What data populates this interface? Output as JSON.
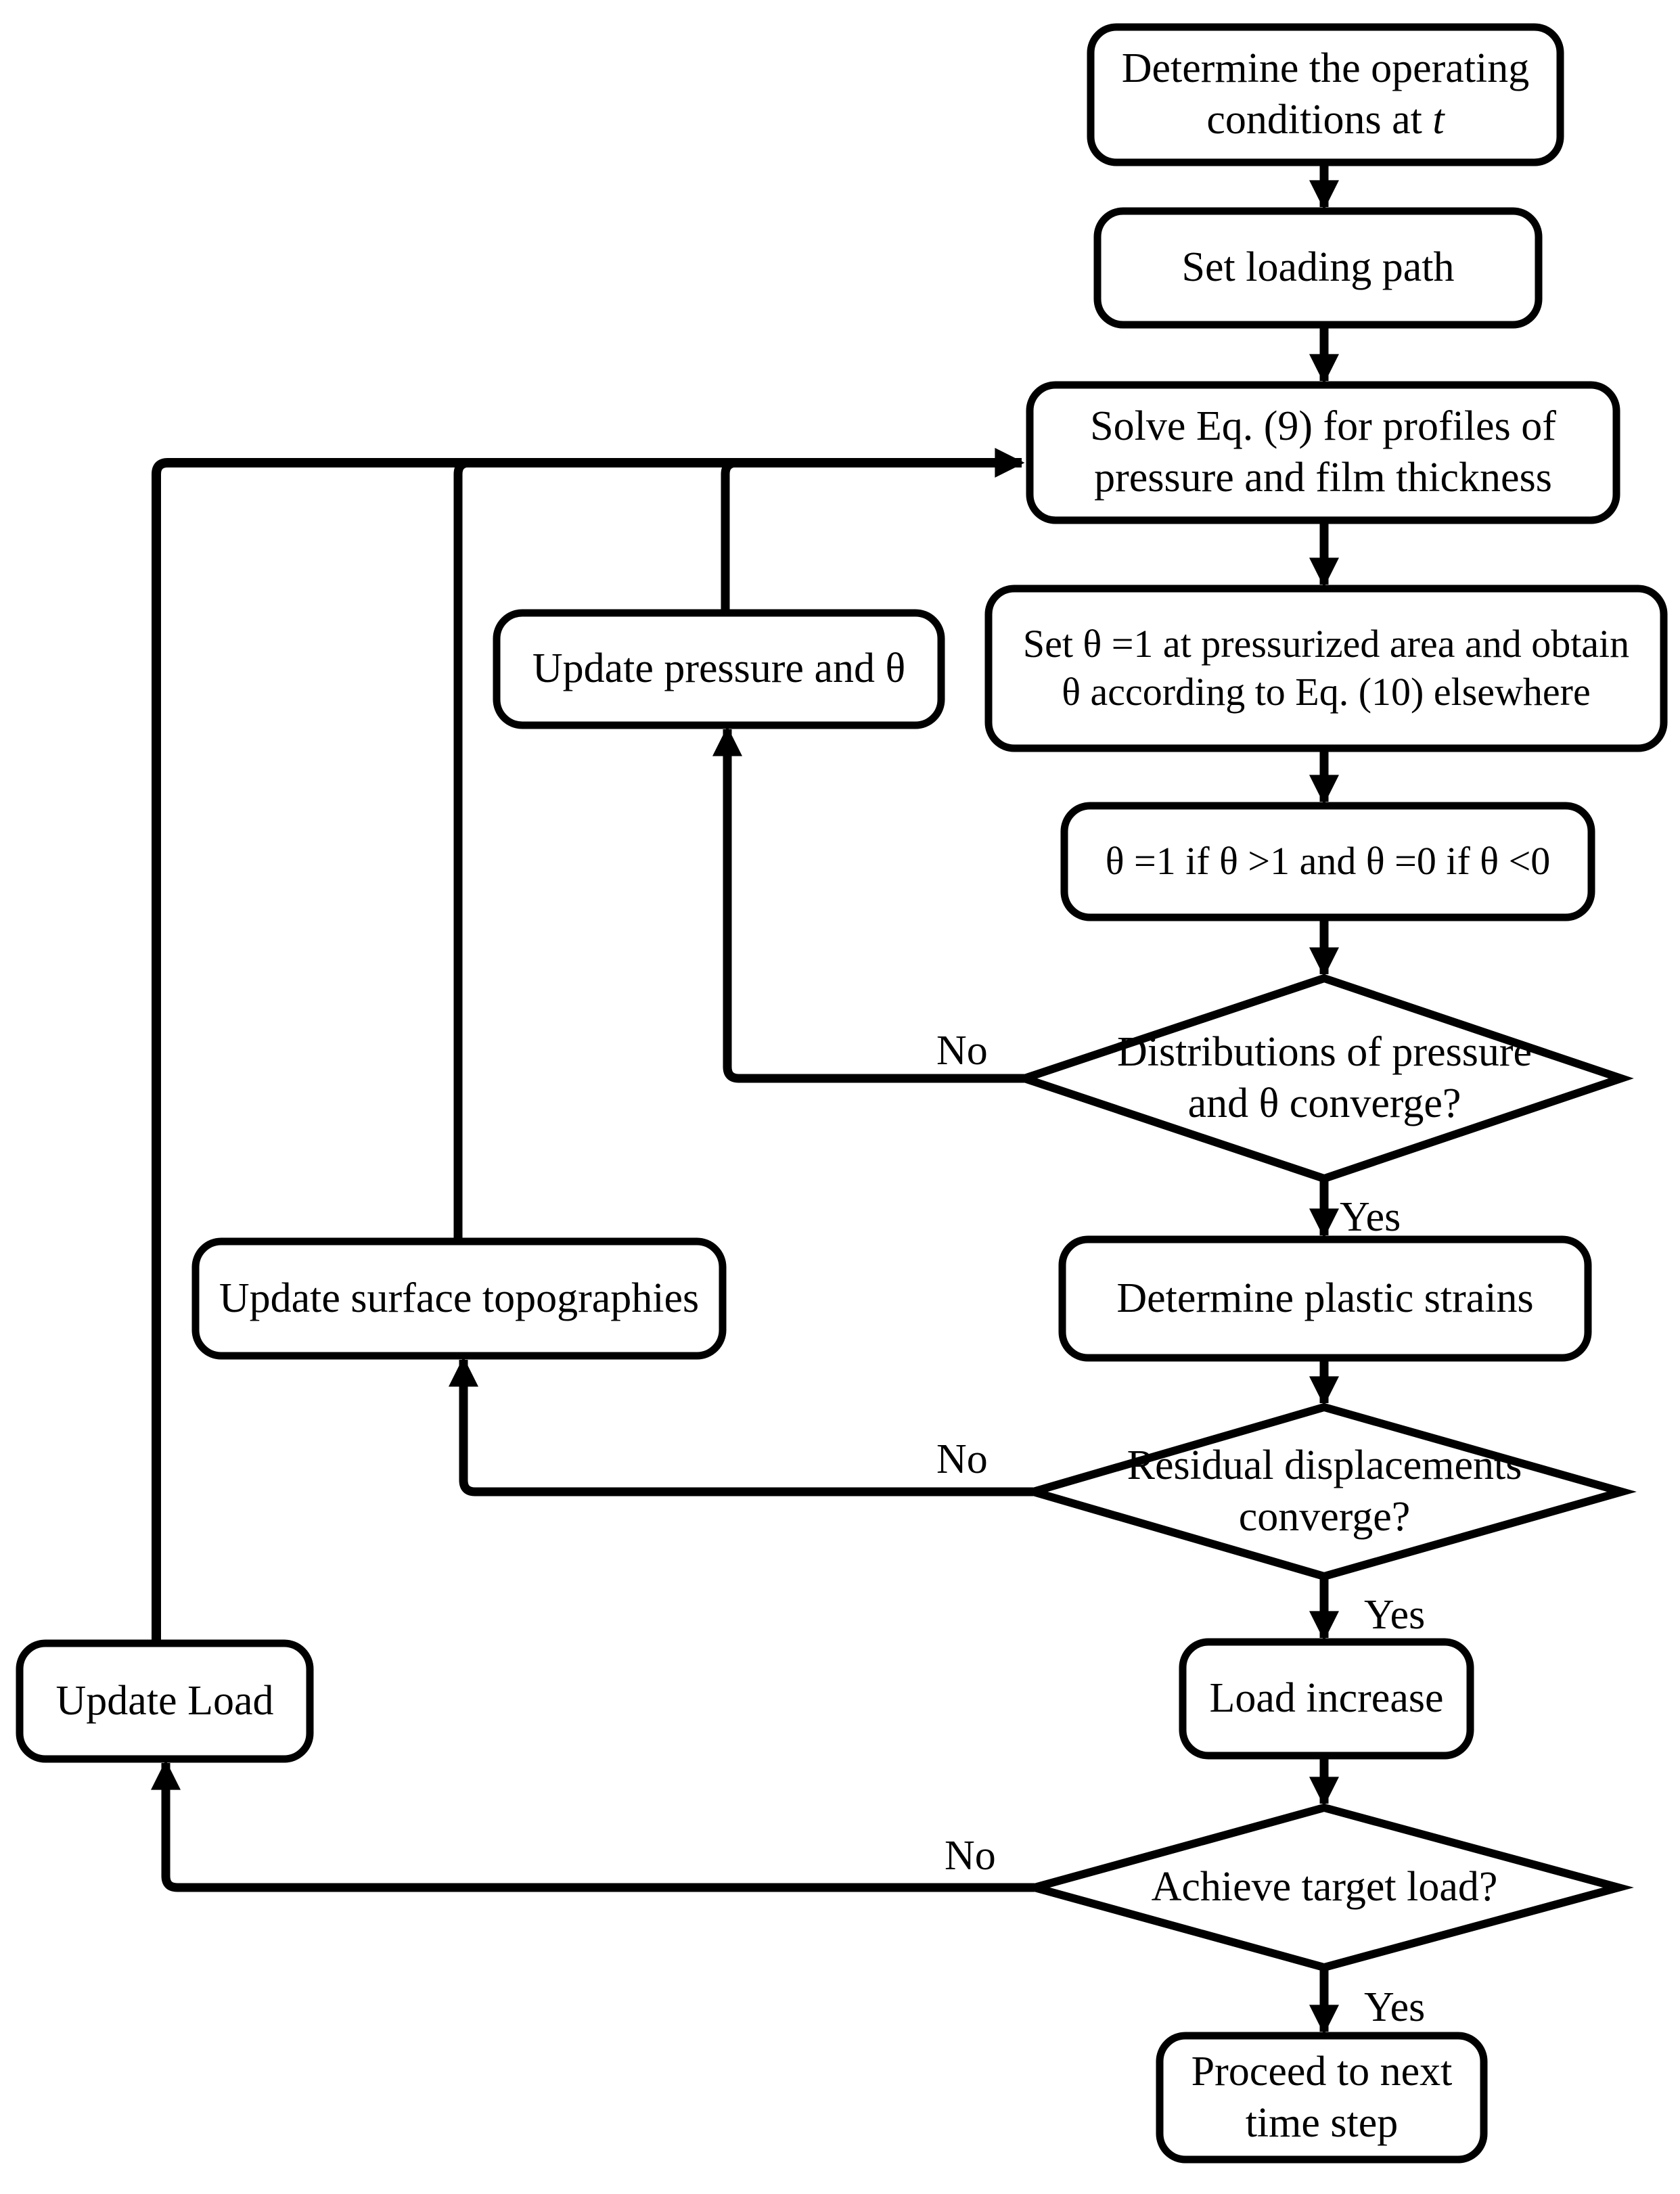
{
  "figure": {
    "type": "flowchart",
    "background": "#ffffff",
    "stroke_color": "#000000"
  },
  "nodes": {
    "determine_conditions": {
      "line1": "Determine the operating",
      "line2_prefix": "conditions at ",
      "line2_italic": "t"
    },
    "set_loading_path": {
      "label": "Set loading path"
    },
    "solve_eq9": {
      "line1": "Solve Eq. (9) for profiles of",
      "line2": "pressure and film thickness"
    },
    "set_theta": {
      "line1": "Set θ =1 at pressurized area and obtain",
      "line2": "θ  according  to Eq. (10) elsewhere"
    },
    "clamp_theta": {
      "label": "θ =1 if θ >1 and θ =0 if θ <0"
    },
    "pressure_converge": {
      "line1": "Distributions of pressure",
      "line2": "and θ converge?"
    },
    "determine_plastic_strains": {
      "label": "Determine plastic strains"
    },
    "residual_converge": {
      "line1": "Residual displacements",
      "line2": "converge?"
    },
    "load_increase": {
      "label": "Load increase"
    },
    "achieve_target_load": {
      "label": "Achieve target load?"
    },
    "proceed_next_time_step": {
      "line1": "Proceed to next",
      "line2": "time step"
    },
    "update_pressure": {
      "label": "Update pressure and θ"
    },
    "update_surface": {
      "label": "Update surface topographies"
    },
    "update_load": {
      "label": "Update Load"
    }
  },
  "edge_labels": {
    "no_pressure": "No",
    "yes_pressure": "Yes",
    "no_residual": "No",
    "yes_residual": "Yes",
    "no_target": "No",
    "yes_target": "Yes"
  }
}
